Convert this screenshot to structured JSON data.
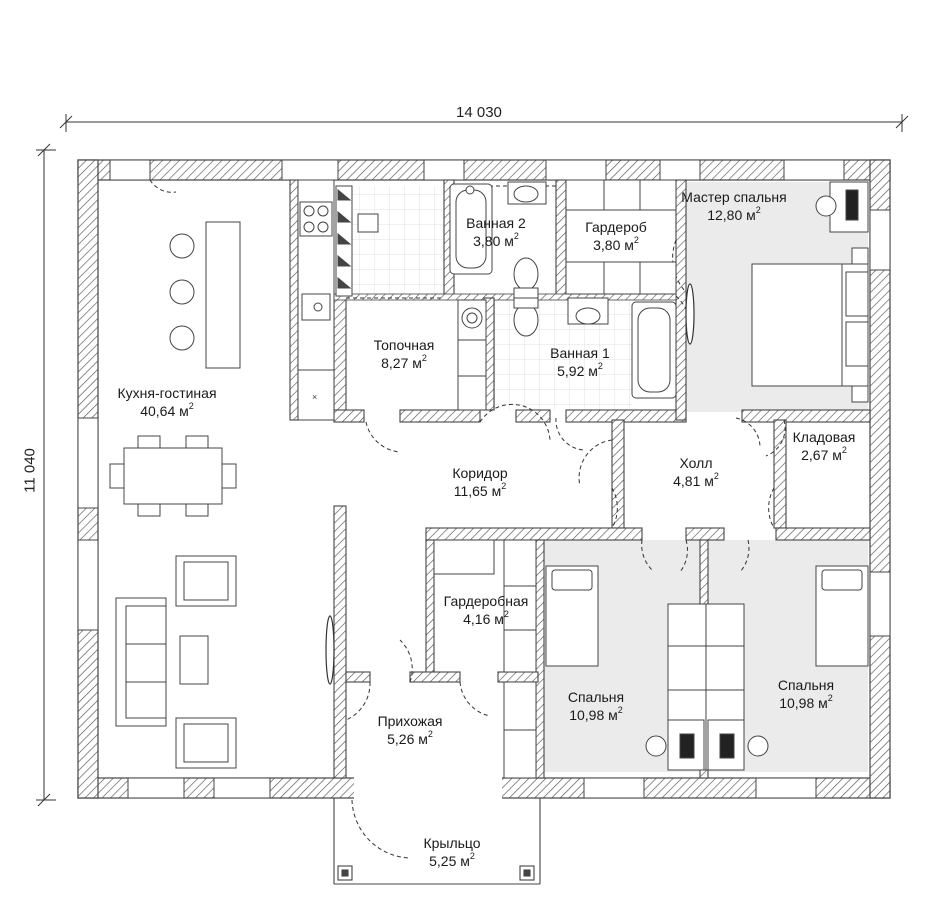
{
  "plan": {
    "dimensions": {
      "width": "14 030",
      "height": "11 040"
    },
    "area_unit": "м",
    "area_unit_sup": "2",
    "rooms": [
      {
        "id": "kitchen",
        "name": "Кухня-гостиная",
        "area": "40,64"
      },
      {
        "id": "bath2",
        "name": "Ванная 2",
        "area": "3,80"
      },
      {
        "id": "wardrobe",
        "name": "Гардероб",
        "area": "3,80"
      },
      {
        "id": "master",
        "name": "Мастер спальня",
        "area": "12,80"
      },
      {
        "id": "boiler",
        "name": "Топочная",
        "area": "8,27"
      },
      {
        "id": "bath1",
        "name": "Ванная 1",
        "area": "5,92"
      },
      {
        "id": "corridor",
        "name": "Коридор",
        "area": "11,65"
      },
      {
        "id": "hall",
        "name": "Холл",
        "area": "4,81"
      },
      {
        "id": "storage",
        "name": "Кладовая",
        "area": "2,67"
      },
      {
        "id": "dressing",
        "name": "Гардеробная",
        "area": "4,16"
      },
      {
        "id": "bedroom_left",
        "name": "Спальня",
        "area": "10,98"
      },
      {
        "id": "bedroom_right",
        "name": "Спальня",
        "area": "10,98"
      },
      {
        "id": "entrance",
        "name": "Прихожая",
        "area": "5,26"
      },
      {
        "id": "porch",
        "name": "Крыльцо",
        "area": "5,25"
      }
    ]
  },
  "colors": {
    "wall": "#4a4a4a",
    "hatch": "#6a6a6a",
    "shade": "#e9e9e9",
    "line": "#333333"
  }
}
